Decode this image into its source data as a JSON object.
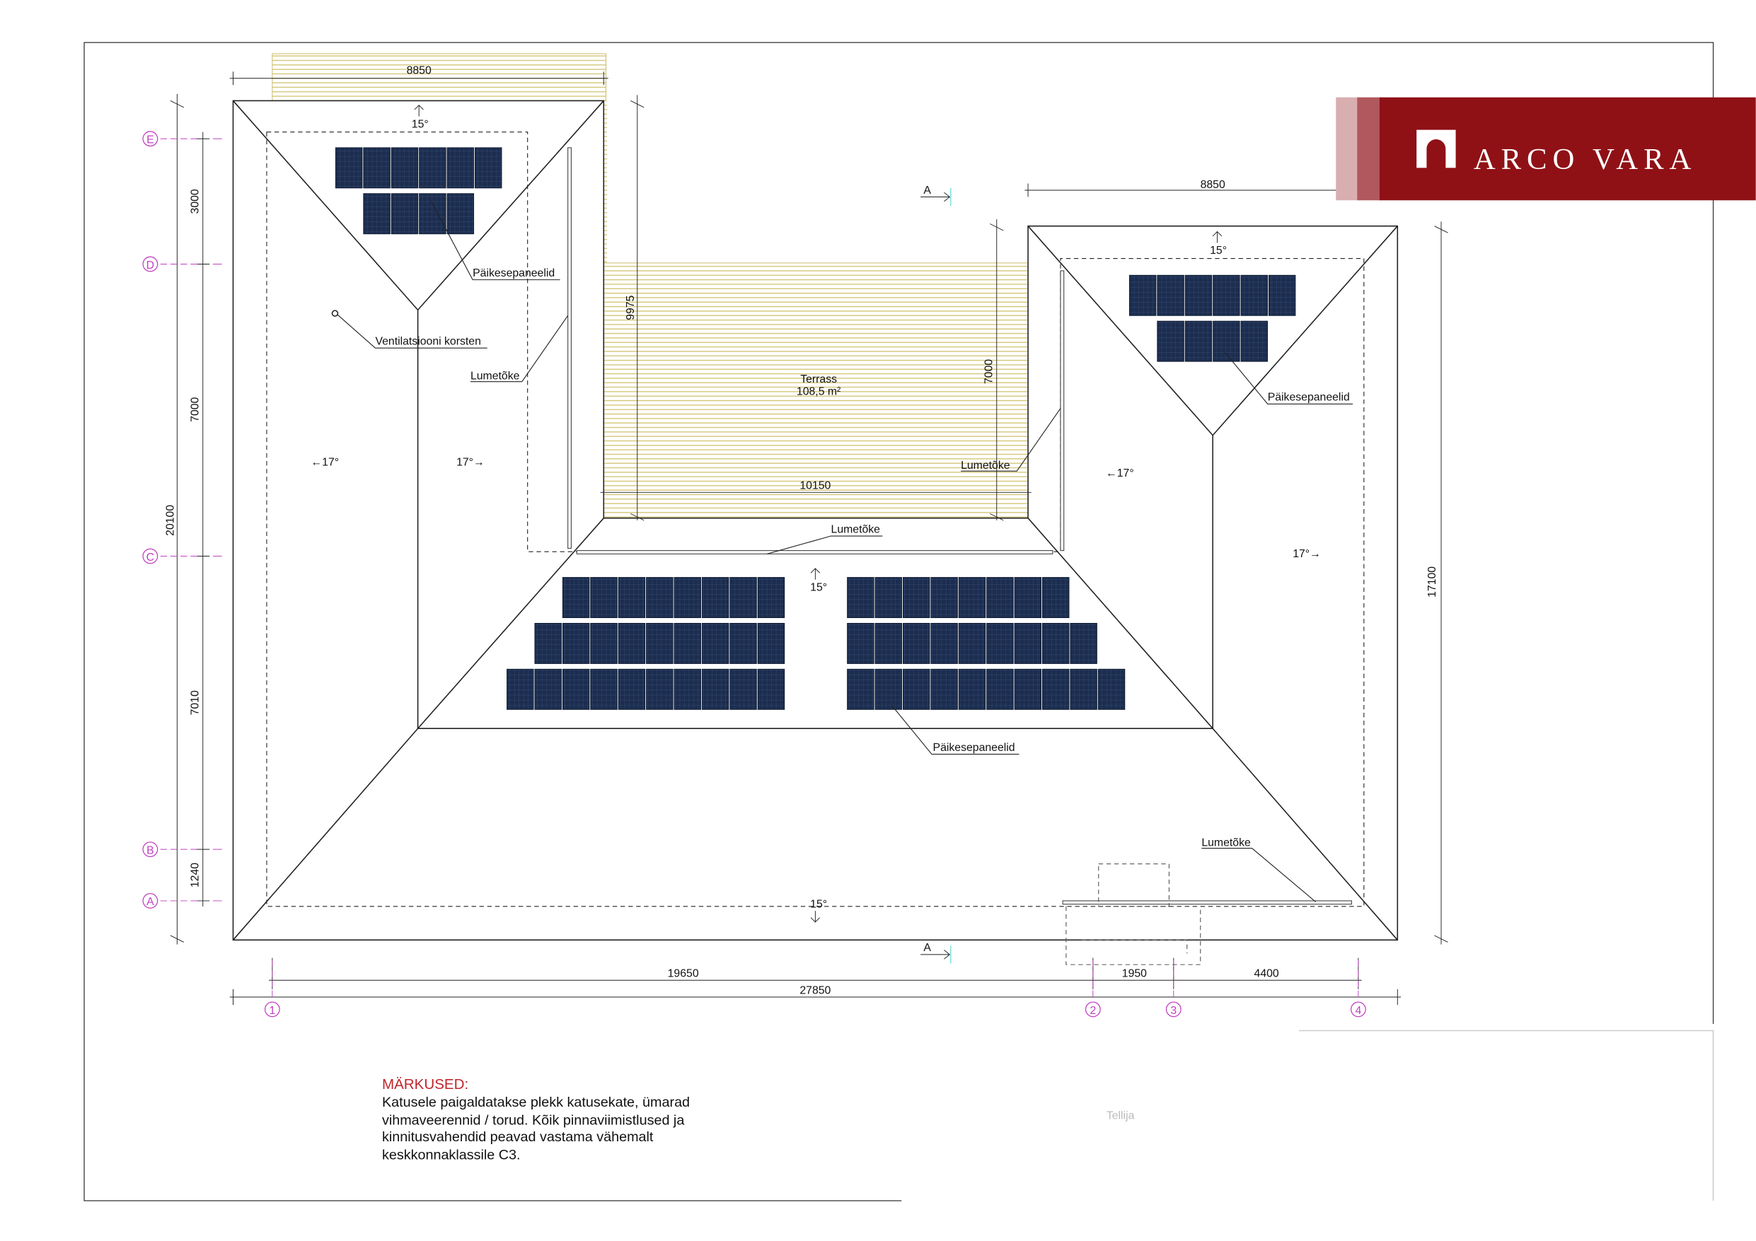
{
  "drawing": {
    "terrace": {
      "label": "Terrass",
      "area": "108,5 m²"
    },
    "dimensions": {
      "left_wing_width": "8850",
      "right_wing_width": "8850",
      "terrace_depth": "9975",
      "terrace_right": "7000",
      "terrace_width": "10150",
      "e_d": "3000",
      "d_c": "7000",
      "total_height": "20100",
      "c_b": "7010",
      "b_a": "1240",
      "right_height": "17100",
      "col_1_2": "19650",
      "col_2_3": "1950",
      "col_3_4": "4400",
      "total_width": "27850"
    },
    "labels": {
      "solar_left": "Päikesepaneelid",
      "solar_right": "Päikesepaneelid",
      "solar_main": "Päikesepaneelid",
      "ventilation": "Ventilatsiooni korsten",
      "snow_guard_left": "Lumetõke",
      "snow_guard_right": "Lumetõke",
      "snow_guard_center": "Lumetõke",
      "snow_guard_bottom": "Lumetõke"
    },
    "slopes": {
      "left_top": "15°",
      "right_top": "15°",
      "center": "15°",
      "bottom": "15°",
      "left_west": "←17°",
      "left_east": "17°→",
      "right_west": "←17°",
      "right_east": "17°→"
    },
    "section_marks": {
      "top": "A",
      "bottom": "A"
    },
    "grid_rows": [
      "E",
      "D",
      "C",
      "B",
      "A"
    ],
    "grid_cols": [
      "1",
      "2",
      "3",
      "4"
    ],
    "solar_panel_rows": {
      "left_wing": [
        6,
        4
      ],
      "right_wing": [
        6,
        4
      ],
      "main_left": [
        8,
        9,
        10
      ],
      "main_right": [
        8,
        9,
        10
      ]
    }
  },
  "notes": {
    "heading": "MÄRKUSED:",
    "lines": [
      "Katusele paigaldatakse plekk katusekate, ümarad",
      "vihmaveerennid / torud. Kõik pinnaviimistlused ja",
      "kinnitusvahendid peavad vastama vähemalt",
      "keskkonnaklassile C3."
    ]
  },
  "title_block": {
    "client_label": "Tellija"
  },
  "logo": {
    "text": "ARCO VARA"
  },
  "colors": {
    "brand_red": "#8f1116",
    "panel": "#1c2d4f",
    "hatch": "#d6c77a",
    "axis": "#c040c0",
    "notes_heading": "#c0262b"
  }
}
